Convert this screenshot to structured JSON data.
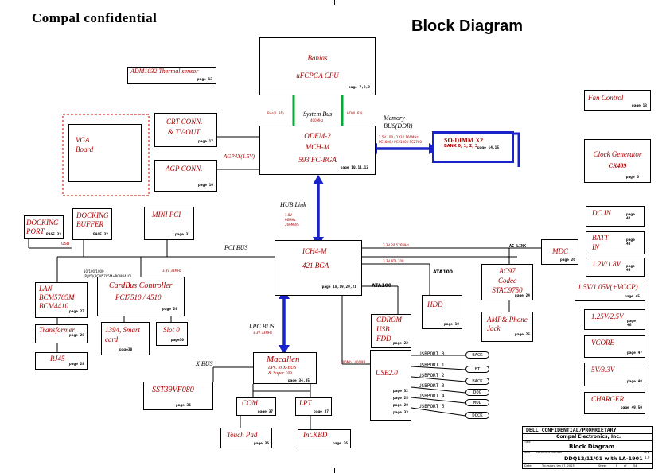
{
  "header": {
    "confidential": "Compal  confidential",
    "title": "Block Diagram"
  },
  "cpu": {
    "name": "Banias",
    "package": "uFCPGA CPU",
    "page": "page 7,8,9",
    "sig_left": "Bus(1..31)",
    "sig_right": "HD(0..63)"
  },
  "system_bus": {
    "label": "System Bus",
    "freq": "400MHz"
  },
  "memory": {
    "label1": "Memory",
    "label2": "BUS(DDR)",
    "spec1": "2.5V 100 / 133 / 166MHz",
    "spec2": "PC1600 / PC2100 / PC2700"
  },
  "sodimm": {
    "name": "SO-DIMM X2",
    "banks": "BANK 0, 1, 2, 3",
    "page": "page 14,15"
  },
  "mch": {
    "name1": "ODEM-2",
    "name2": "MCH-M",
    "package": "593  FC-BGA",
    "page": "page 10,11,12"
  },
  "thermal": {
    "name": "ADM1032 Thermal sensor",
    "page": "page 13"
  },
  "crt": {
    "name1": "CRT CONN.",
    "name2": "& TV-OUT",
    "page": "page 17"
  },
  "vga": {
    "name1": "VGA",
    "name2": "Board"
  },
  "agp_conn": {
    "name": "AGP CONN.",
    "page": "page 16"
  },
  "agp_bus": "AGP4X(1.5V)",
  "hub": {
    "label": "HUB Link",
    "spec1": "1.8V",
    "spec2": "66MHz",
    "spec3": "266MB/S"
  },
  "fan": {
    "name": "Fan Control",
    "page": "page 13"
  },
  "clock": {
    "name": "Clock Generator",
    "part": "CK409",
    "page": "page 6"
  },
  "docking_port": {
    "name1": "DOCKING",
    "name2": "PORT",
    "page": "PAGE 33"
  },
  "docking_buffer": {
    "name1": "DOCKING",
    "name2": "BUFFER",
    "page": "PAGE 32"
  },
  "usb_tag": "USB",
  "mini_pci": {
    "name": "MINI PCI",
    "page": "page 31"
  },
  "pci_bus": "PCI BUS",
  "ich": {
    "name": "ICH4-M",
    "package": "421 BGA",
    "page": "page 18,19,20,21"
  },
  "mdc": {
    "name": "MDC",
    "page": "page 26"
  },
  "ac_link": "AC-LINK",
  "ac_link_spec": "3.3V 24.576MHz",
  "ata_spec": "3.3V ATA 100",
  "lan": {
    "name1": "LAN",
    "name2": "BCM5705M",
    "name3": "BCM4410",
    "page": "page 27"
  },
  "lan_spec1": "10/100/1000",
  "lan_spec2": "(RJ45)(BCM5705M+BCM4410)",
  "cardbus": {
    "name1": "CardBus Controller",
    "name2": "PCI7510 / 4510",
    "page": "page 29"
  },
  "cardbus_spec": "3.3V 33MHz",
  "transformer": {
    "name": "Transformer",
    "page": "page 28"
  },
  "ieee1394": {
    "name1": "1394, Smart",
    "name2": "card",
    "page": "page30"
  },
  "slot0": {
    "name": "Slot 0",
    "page": "page30"
  },
  "rj45": {
    "name": "RJ45",
    "page": "page 28"
  },
  "ata100_top": "ATA100",
  "ata100_mid": "ATA100",
  "hdd": {
    "name": "HDD",
    "page": "page 19"
  },
  "cdrom": {
    "name1": "CDROM",
    "name2": "USB",
    "name3": "FDD",
    "page": "page 22"
  },
  "ac97": {
    "name1": "AC97",
    "name2": "Codec",
    "name3": "STAC9750",
    "page": "page 24"
  },
  "amp": {
    "name1": "AMP& Phone",
    "name2": "Jack",
    "page": "page 25"
  },
  "lpc_bus": {
    "label": "LPC BUS",
    "spec": "3.3V 33MHz"
  },
  "macallen": {
    "name": "Macallen",
    "sub1": "LPC to X-BUS",
    "sub2": "& Super I/O",
    "page": "page 34,35"
  },
  "xbus": "X BUS",
  "sst": {
    "name": "SST39VF080",
    "page": "page 36"
  },
  "com": {
    "name": "COM",
    "page": "page 37"
  },
  "lpt": {
    "name": "LPT",
    "page": "page 37"
  },
  "touchpad": {
    "name": "Touch Pad",
    "page": "page 36"
  },
  "kbd": {
    "name": "Int.KBD",
    "page": "page 36"
  },
  "usb_spec": "480Mb / 400MB",
  "usb20": {
    "name": "USB2.0",
    "pages": [
      "page 32",
      "page 25",
      "page 29",
      "page 33"
    ]
  },
  "usb_ports": [
    {
      "port": "USBPORT 0",
      "device": "BACK"
    },
    {
      "port": "USBPORT 1",
      "device": "BT"
    },
    {
      "port": "USBPORT 2",
      "device": "BACK"
    },
    {
      "port": "USBPORT 3",
      "device": "DOG"
    },
    {
      "port": "USBPORT 4",
      "device": "MOD"
    },
    {
      "port": "USBPORT 5",
      "device": "DOCK"
    }
  ],
  "power": {
    "dc_in": {
      "name": "DC IN",
      "page": "page 42"
    },
    "batt": {
      "name1": "BATT",
      "name2": "IN",
      "page": "page 43"
    },
    "v12_18": {
      "name": "1.2V/1.8V",
      "page": "page 44"
    },
    "v15_105": {
      "name": "1.5V/1.05V(+VCCP)",
      "page": "page 45"
    },
    "v125_25": {
      "name": "1.25V/2.5V",
      "page": "page 46"
    },
    "vcore": {
      "name": "VCORE",
      "page": "page 47"
    },
    "v5_33": {
      "name": "5V/3.3V",
      "page": "page 48"
    },
    "charger": {
      "name": "CHARGER",
      "page": "page 49,50"
    }
  },
  "title_block": {
    "dell": "DELL CONFIDENTIAL/PROPRIETARY",
    "compal": "Compal Electronics, Inc.",
    "title_label": "Title",
    "title": "Block Diagram",
    "size_label": "Size",
    "docnum_label": "Document Number",
    "rev_label": "Rev",
    "docnum": "DDQ12/11/01 with LA-1901",
    "rev": "1.0",
    "date_label": "Date:",
    "date": "Thursday, Jan 07, 2003",
    "sheet_label": "Sheet",
    "sheet": "6",
    "of_label": "of",
    "total": "54"
  },
  "colors": {
    "bus_blue": "#1a23c8",
    "label_red": "#a00000",
    "outline": "#000000"
  }
}
